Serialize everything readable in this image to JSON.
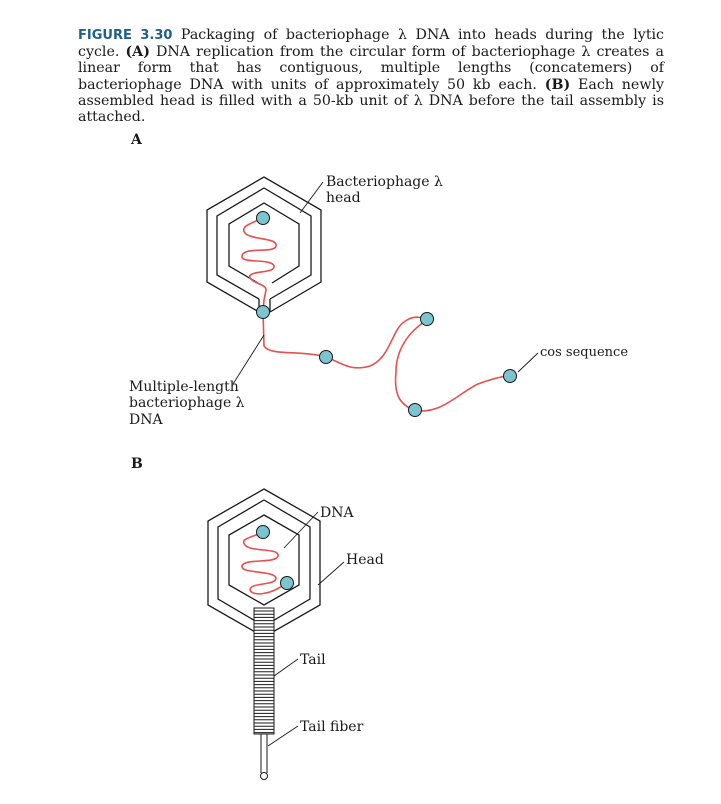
{
  "caption": {
    "figure_label": "FIGURE 3.30",
    "title": "Packaging of bacteriophage λ DNA into heads during the lytic cycle.",
    "part_a_label": "(A)",
    "part_a_text": "DNA replication from the circular form of bacteriophage λ creates a linear form that has contiguous, multiple lengths (concatemers) of bacteriophage DNA with units of approximately 50 kb each.",
    "part_b_label": "(B)",
    "part_b_text": "Each newly assembled head is filled with a 50-kb unit of λ DNA before the tail assembly is attached."
  },
  "panel_a": {
    "label": "A",
    "head_label_1": "Bacteriophage λ",
    "head_label_2": "head",
    "dna_label_1": "Multiple-length",
    "dna_label_2": "bacteriophage λ",
    "dna_label_3": "DNA",
    "cos_label": "cos sequence"
  },
  "panel_b": {
    "label": "B",
    "dna_label": "DNA",
    "head_label": "Head",
    "tail_label": "Tail",
    "tail_fiber_label": "Tail fiber"
  },
  "colors": {
    "dna": "#e8504f",
    "cos": "#7cc4cf",
    "outline": "#1a1a1a",
    "figure_label": "#1f5f8b"
  }
}
